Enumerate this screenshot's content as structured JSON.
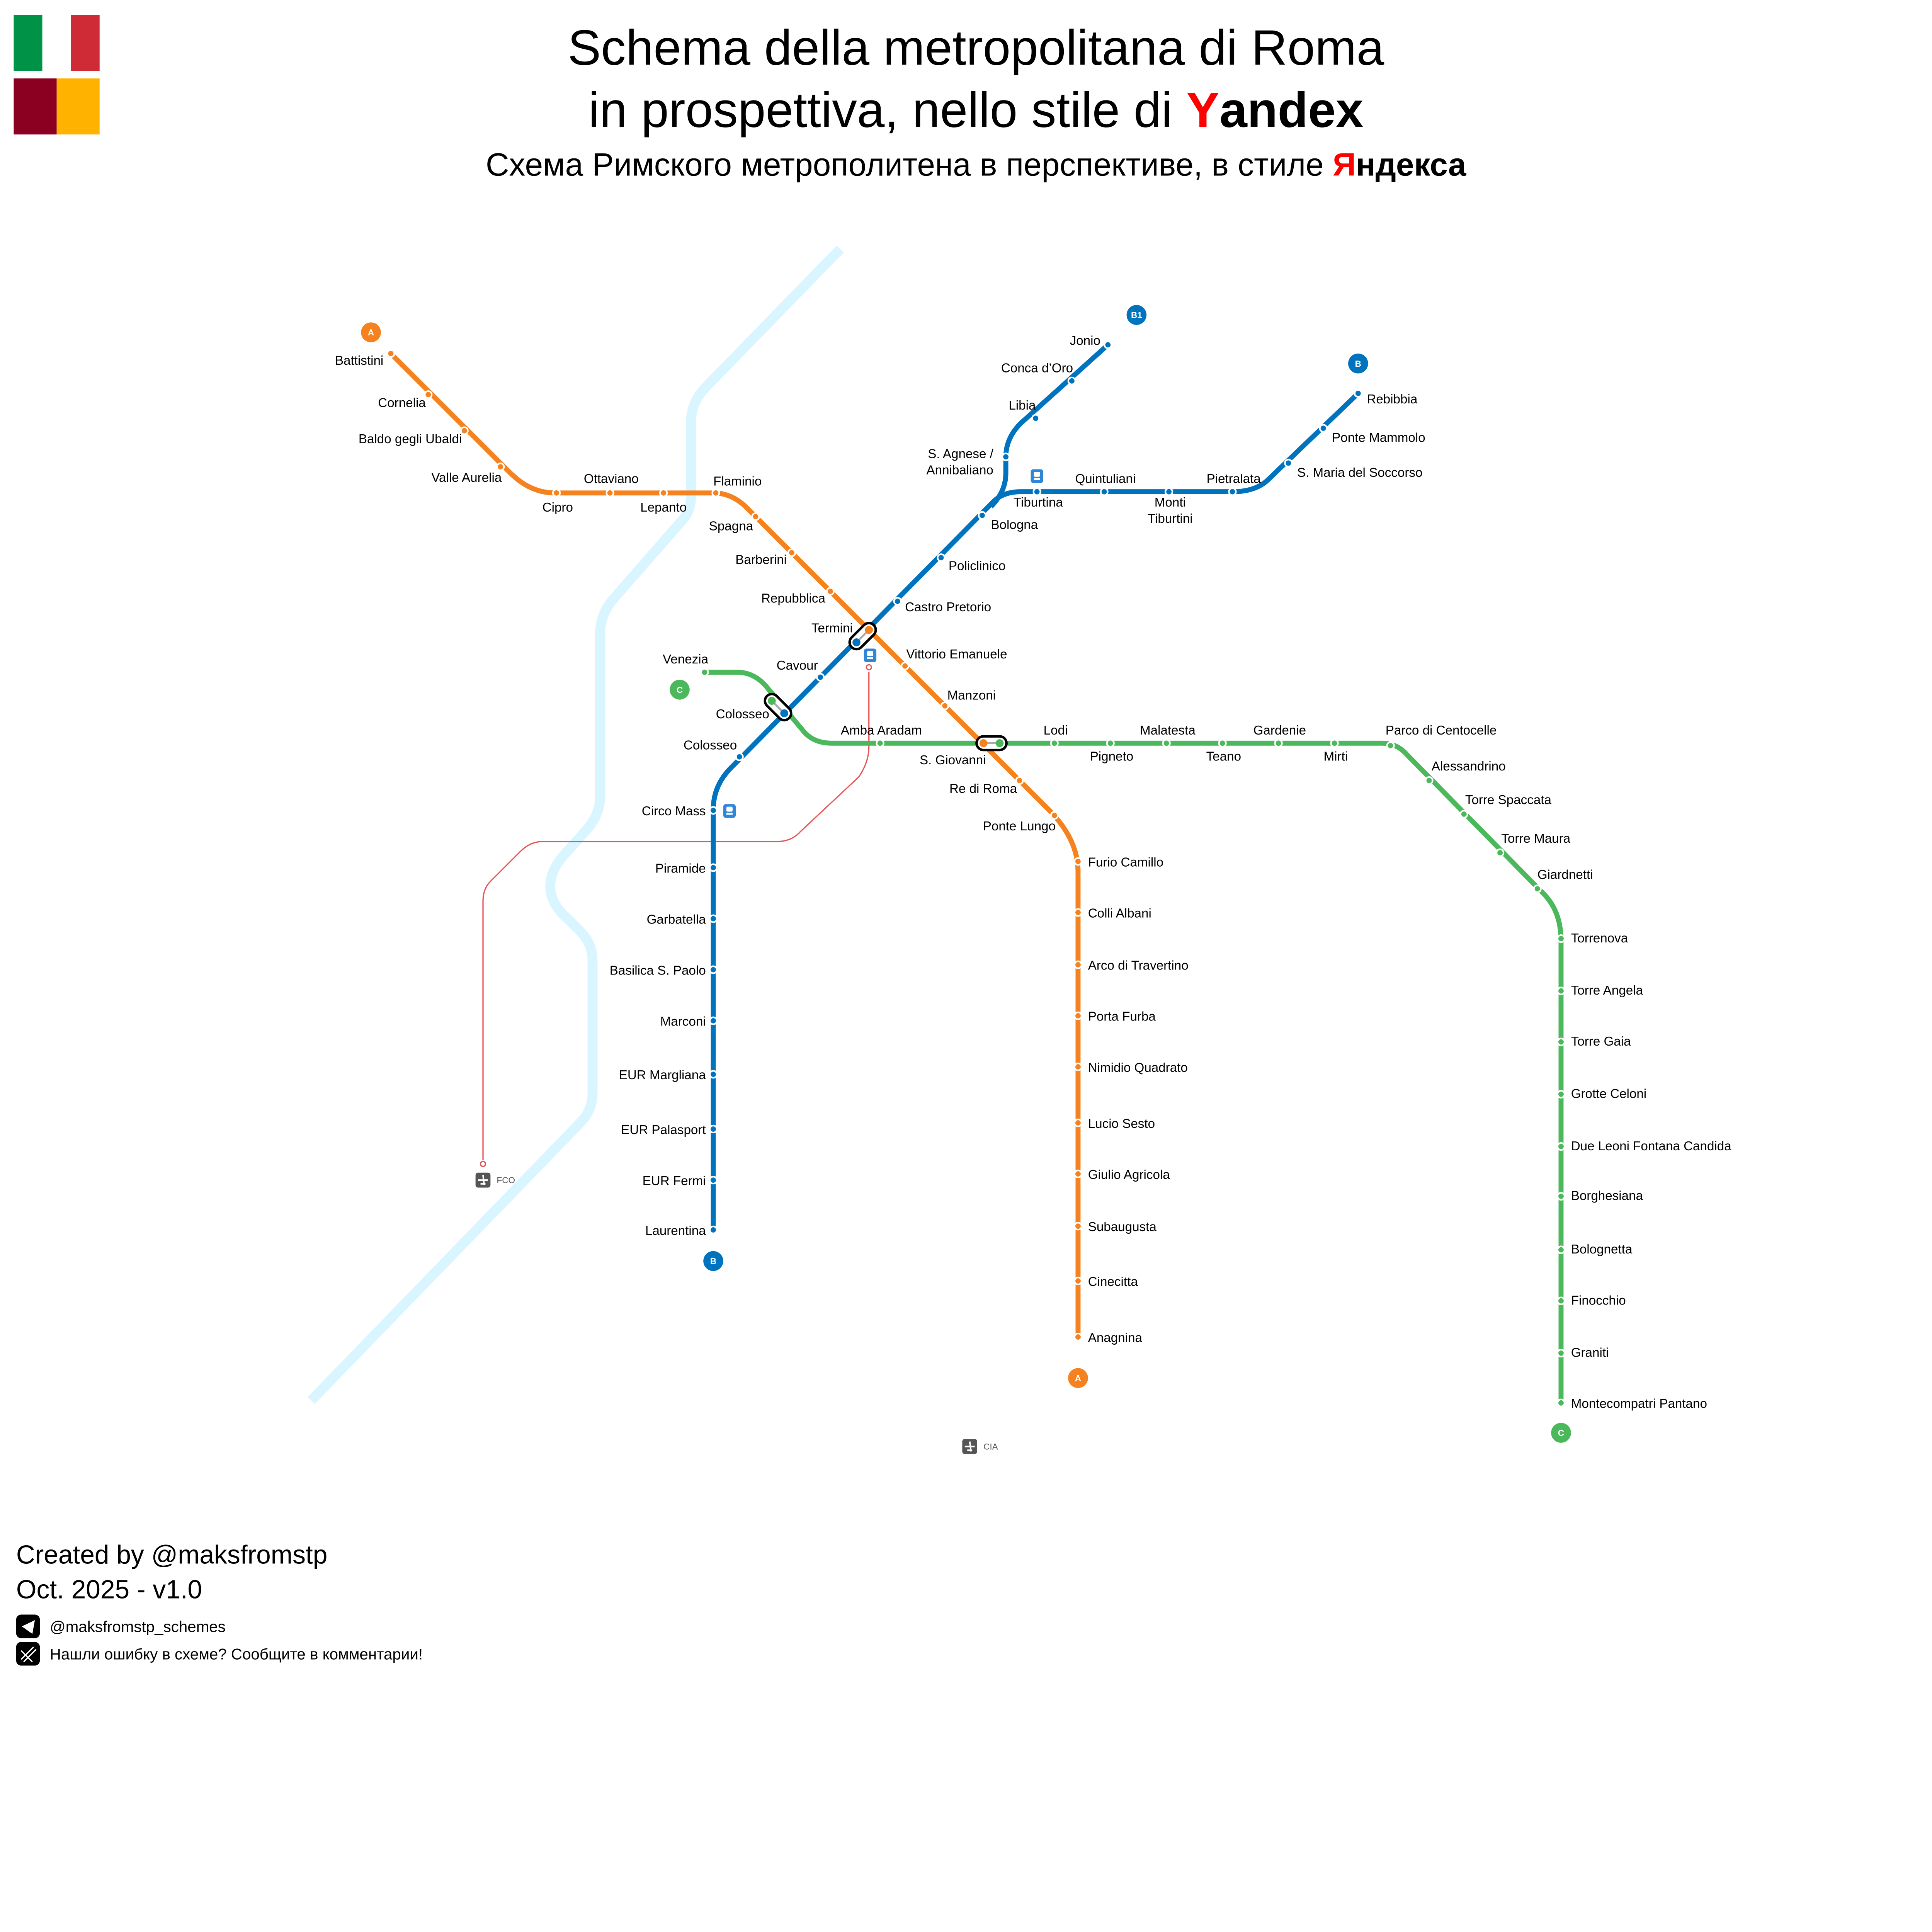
{
  "header": {
    "title_line1": "Schema della metropolitana di Roma",
    "title_line2_prefix": "in prospettiva, nello stile di ",
    "title_brand_first": "Y",
    "title_brand_rest": "andex",
    "subtitle_prefix": "Схема Римского метрополитена в перспективе, в стиле ",
    "subtitle_brand_first": "Я",
    "subtitle_brand_rest": "ндекса"
  },
  "flags": {
    "italy": [
      "#009246",
      "#ffffff",
      "#ce2b37"
    ],
    "roma": [
      "#8b0020",
      "#ffb300"
    ]
  },
  "colors": {
    "line_a": "#f5821f",
    "line_b": "#0073bf",
    "line_c": "#4cb85c",
    "river": "#d9f5ff",
    "airport_link": "#e85555",
    "brand_red": "#ff0000"
  },
  "lines": {
    "A": {
      "badge": "A",
      "stations": [
        "Battistini",
        "Cornelia",
        "Baldo gegli Ubaldi",
        "Valle Aurelia",
        "Cipro",
        "Ottaviano",
        "Lepanto",
        "Flaminio",
        "Spagna",
        "Barberini",
        "Repubblica",
        "Termini",
        "Vittorio Emanuele",
        "Manzoni",
        "S. Giovanni",
        "Re di Roma",
        "Ponte Lungo",
        "Furio Camillo",
        "Colli Albani",
        "Arco di Travertino",
        "Porta Furba",
        "Nimidio Quadrato",
        "Lucio Sesto",
        "Giulio Agricola",
        "Subaugusta",
        "Cinecitta",
        "Anagnina"
      ]
    },
    "B": {
      "badge": "B",
      "stations": [
        "Laurentina",
        "EUR Fermi",
        "EUR Palasport",
        "EUR Margliana",
        "Marconi",
        "Basilica S. Paolo",
        "Garbatella",
        "Piramide",
        "Circo Mass",
        "Colosseo",
        "Colosseo",
        "Cavour",
        "Termini",
        "Castro Pretorio",
        "Policlinico",
        "Bologna",
        "Tiburtina",
        "Quintuliani",
        "Monti\nTiburtini",
        "Pietralata",
        "S. Maria del Soccorso",
        "Ponte Mammolo",
        "Rebibbia"
      ]
    },
    "B1": {
      "badge": "B1",
      "stations": [
        "S. Agnese /\nAnnibaliano",
        "Libia",
        "Conca d’Oro",
        "Jonio"
      ]
    },
    "C": {
      "badge": "C",
      "stations": [
        "Venezia",
        "Colosseo",
        "Amba Aradam",
        "S. Giovanni",
        "Lodi",
        "Pigneto",
        "Malatesta",
        "Teano",
        "Gardenie",
        "Mirti",
        "Parco di Centocelle",
        "Alessandrino",
        "Torre Spaccata",
        "Torre Maura",
        "Giardnetti",
        "Torrenova",
        "Torre Angela",
        "Torre Gaia",
        "Grotte Celoni",
        "Due Leoni Fontana Candida",
        "Borghesiana",
        "Bolognetta",
        "Finocchio",
        "Graniti",
        "Montecompatri Pantano"
      ]
    }
  },
  "airports": [
    {
      "code": "FCO",
      "icon": "airplane-icon"
    },
    {
      "code": "CIA",
      "icon": "airplane-icon"
    }
  ],
  "footer": {
    "author": "Created by @maksfromstp",
    "version": "Oct. 2025 - v1.0",
    "telegram": "@maksfromstp_schemes",
    "feedback": "Нашли ошибку в схеме? Сообщите в комментарии!"
  }
}
